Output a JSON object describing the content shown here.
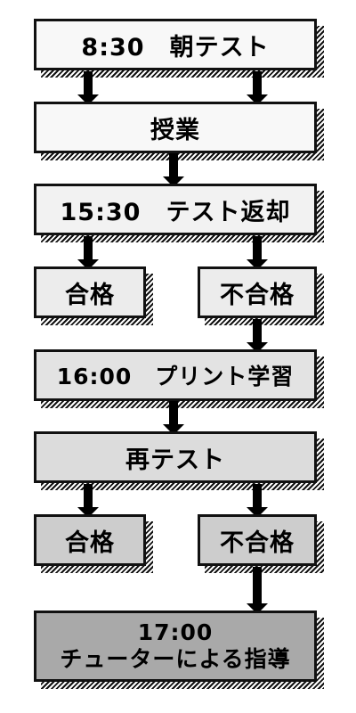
{
  "diagram": {
    "nodes": {
      "morning_test": "8:30　朝テスト",
      "lesson": "授業",
      "return_test": "15:30　テスト返却",
      "pass_1": "合格",
      "fail_1": "不合格",
      "print_study": "16:00　プリント学習",
      "retest": "再テスト",
      "pass_2": "合格",
      "fail_2": "不合格",
      "tutor_time": "17:00",
      "tutor_guidance": "チューターによる指導"
    },
    "colors": {
      "level0": "#f8f8f8",
      "level1": "#ececec",
      "level2": "#dedede",
      "level3": "#cccccc",
      "level4": "#a9a9a9",
      "border": "#111111"
    }
  }
}
